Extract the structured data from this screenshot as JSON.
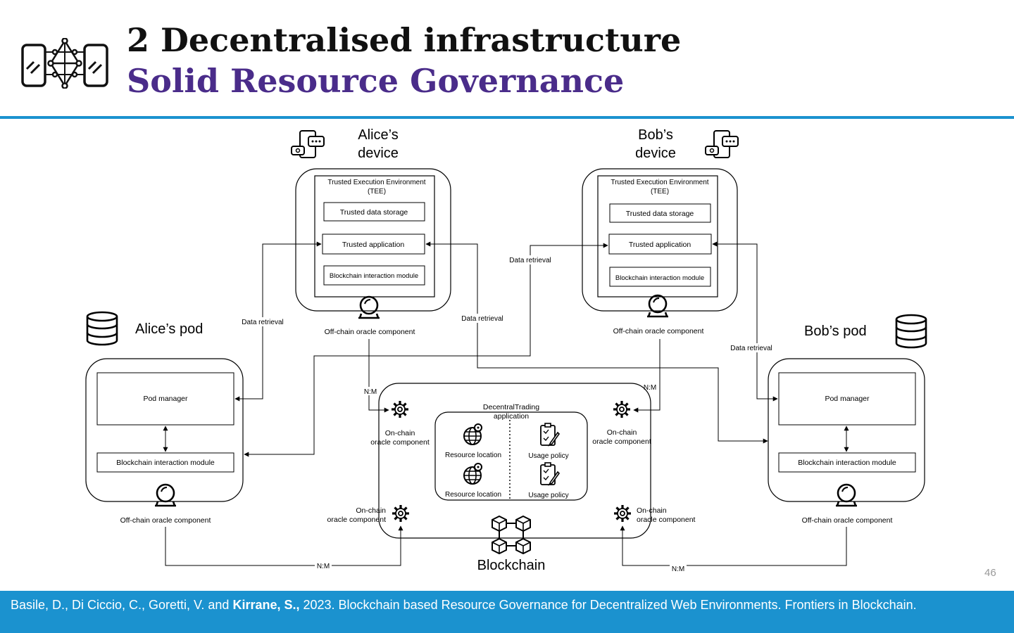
{
  "header": {
    "title_line1": "2 Decentralised infrastructure",
    "title_line2": "Solid Resource Governance"
  },
  "diagram": {
    "alice_device": {
      "label_line1": "Alice’s",
      "label_line2": "device",
      "tee_line1": "Trusted Execution Environment",
      "tee_line2": "(TEE)",
      "storage": "Trusted data storage",
      "application": "Trusted application",
      "module": "Blockchain interaction module"
    },
    "bob_device": {
      "label_line1": "Bob’s",
      "label_line2": "device",
      "tee_line1": "Trusted Execution Environment",
      "tee_line2": "(TEE)",
      "storage": "Trusted data storage",
      "application": "Trusted application",
      "module": "Blockchain interaction module"
    },
    "alice_pod": {
      "label": "Alice’s pod",
      "manager": "Pod manager",
      "module": "Blockchain interaction module",
      "oracle": "Off-chain oracle component"
    },
    "bob_pod": {
      "label": "Bob’s pod",
      "manager": "Pod manager",
      "module": "Blockchain interaction module",
      "oracle": "Off-chain oracle component"
    },
    "alice_device_oracle": "Off-chain oracle component",
    "bob_device_oracle": "Off-chain oracle component",
    "data_retrieval": "Data retrieval",
    "nm": "N:M",
    "onchain_line1": "On-chain",
    "onchain_line2": "oracle component",
    "app": {
      "title_line1": "DecentralTrading",
      "title_line2": "application",
      "resource_location": "Resource location",
      "usage_policy": "Usage policy"
    },
    "blockchain": "Blockchain"
  },
  "page_number": "46",
  "footer": {
    "prefix": "Basile, D., Di Ciccio, C., Goretti, V. and ",
    "bold": "Kirrane, S.,",
    "suffix": " 2023. Blockchain based Resource Governance for Decentralized Web Environments. Frontiers in Blockchain."
  }
}
